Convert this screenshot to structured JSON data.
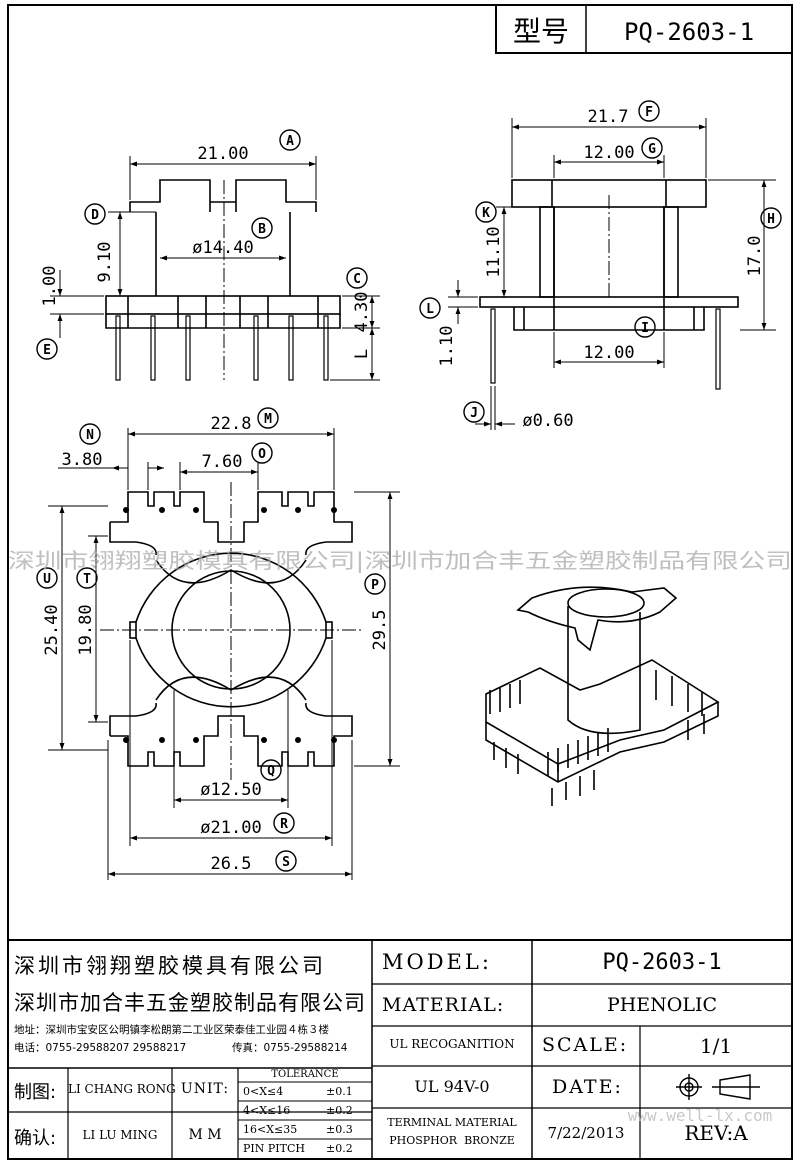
{
  "header": {
    "model_label": "型号",
    "model_value": "PQ-2603-1"
  },
  "watermark": {
    "text": "深圳市翎翔塑胶模具有限公司|深圳市加合丰五金塑胶制品有限公司",
    "site": "www.well-lx.com"
  },
  "dimensions": {
    "A": "21.00",
    "B": "ø14.40",
    "C": "4.30",
    "D": "9.10",
    "E": "1.00",
    "L_side": "L",
    "F": "21.7",
    "G": "12.00",
    "H": "17.0",
    "K": "11.10",
    "L": "1.10",
    "I": "12.00",
    "J": "ø0.60",
    "M": "22.8",
    "N": "3.80",
    "O": "7.60",
    "P": "29.5",
    "T": "19.80",
    "U": "25.40",
    "Q": "ø12.50",
    "R": "ø21.00",
    "S": "26.5"
  },
  "markers": [
    "A",
    "B",
    "C",
    "D",
    "E",
    "F",
    "G",
    "H",
    "I",
    "J",
    "K",
    "L",
    "M",
    "N",
    "O",
    "P",
    "Q",
    "R",
    "S",
    "T",
    "U"
  ],
  "title_block": {
    "company1": "深圳市翎翔塑胶模具有限公司",
    "company2": "深圳市加合丰五金塑胶制品有限公司",
    "address": "地址：深圳市宝安区公明镇李松朗第二工业区荣泰佳工业园４栋３楼",
    "phone": "电话：0755-29588207  29588217",
    "fax": "传真：0755-29588214",
    "model_label": "MODEL:",
    "model_value": "PQ-2603-1",
    "material_label": "MATERIAL:",
    "material_value": "PHENOLIC",
    "ul_label": "UL RECOGANITION",
    "ul_value": "UL 94V-0",
    "scale_label": "SCALE:",
    "scale_value": "1/1",
    "date_label": "DATE:",
    "date_value": "7/22/2013",
    "terminal_label": "TERMINAL MATERIAL",
    "terminal_value": "PHOSPHOR  BRONZE",
    "rev": "REV:A",
    "drawn_label": "制图:",
    "drawn_by": "LI CHANG RONG",
    "checked_label": "确认:",
    "checked_by": "LI LU MING",
    "unit_label": "UNIT:",
    "unit_value": "M M",
    "tolerance_title": "TOLERANCE",
    "tolerances": [
      {
        "range": "0<X≤4",
        "value": "±0.1"
      },
      {
        "range": "4<X≤16",
        "value": "±0.2"
      },
      {
        "range": "16<X≤35",
        "value": "±0.3"
      },
      {
        "range": "PIN PITCH",
        "value": "±0.2"
      }
    ]
  }
}
